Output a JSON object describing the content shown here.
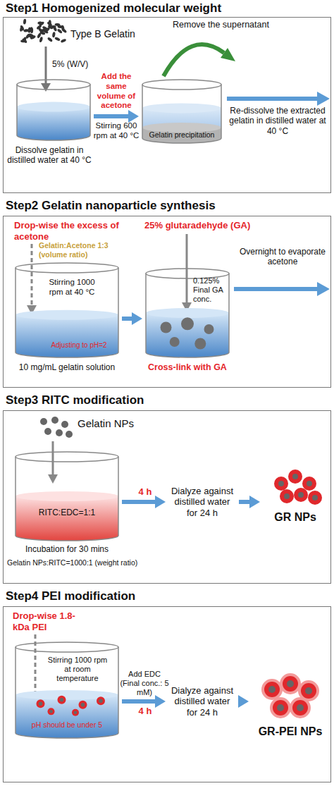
{
  "diagram": {
    "nodes": [
      {
        "text": [
          "Step1 Homogenized molecular weight"
        ]
      },
      {
        "text": [
          "Dissolve gelatin in distilled water at 40 °C"
        ],
        "in": 0
      },
      {
        "text": [
          "Gelatin precipitation"
        ],
        "in": 0
      },
      {
        "text": [
          "Step2 Gelatin nanoparticle synthesis"
        ]
      },
      {
        "text": [
          "Adjusting to pH=2",
          "10 mg/mL gelatin solution"
        ],
        "in": 3
      },
      {
        "text": [
          "Cross-link with GA"
        ],
        "in": 3
      },
      {
        "text": [
          "Step3 RITC modification"
        ]
      },
      {
        "text": [
          "RITC:EDC=1:1",
          "Incubation for 30 mins",
          "Gelatin NPs:RITC=1000:1 (weight ratio)"
        ],
        "in": 6
      },
      {
        "text": [
          "Dialyze against distilled water for 24 h"
        ],
        "in": 6
      },
      {
        "text": [
          "GR NPs"
        ],
        "in": 6
      },
      {
        "text": [
          "Step4 PEI modification"
        ]
      },
      {
        "text": [
          "pH should be under 5"
        ],
        "in": 10
      },
      {
        "text": [
          "Dialyze against distilled water for 24 h"
        ],
        "in": 10
      },
      {
        "text": [
          "GR-PEI NPs"
        ],
        "in": 10
      }
    ],
    "edges": [
      {
        "from": 1,
        "to": 2,
        "arrow": "to",
        "label": "Add the same volume of acetone"
      },
      {
        "from": 4,
        "to": 5,
        "arrow": "to"
      },
      {
        "from": 7,
        "to": 8,
        "arrow": "to",
        "label": "4 h"
      },
      {
        "from": 8,
        "to": 9,
        "arrow": "to"
      },
      {
        "from": 11,
        "to": 12,
        "arrow": "to",
        "label": "Add EDC (Final conc.: 5 mM)"
      },
      {
        "from": 12,
        "to": 13,
        "arrow": "to"
      }
    ],
    "labels": [
      "Type B Gelatin",
      "5% (W/V)",
      "Remove the supernatant",
      "Stirring 600 rpm at 40 °C",
      "Re-dissolve the extracted gelatin in distilled water at 40 °C",
      "Drop-wise the excess of acetone",
      "Gelatin:Acetone 1:3 (volume ratio)",
      "Stirring 1000 rpm at 40 °C",
      "25% glutaradehyde (GA)",
      "0.125% Final GA conc.",
      "Overnight to evaporate acetone",
      "Gelatin NPs",
      "Drop-wise 1.8-kDa PEI",
      "Stirring 1000 rpm at room temperature",
      "4 h"
    ]
  }
}
